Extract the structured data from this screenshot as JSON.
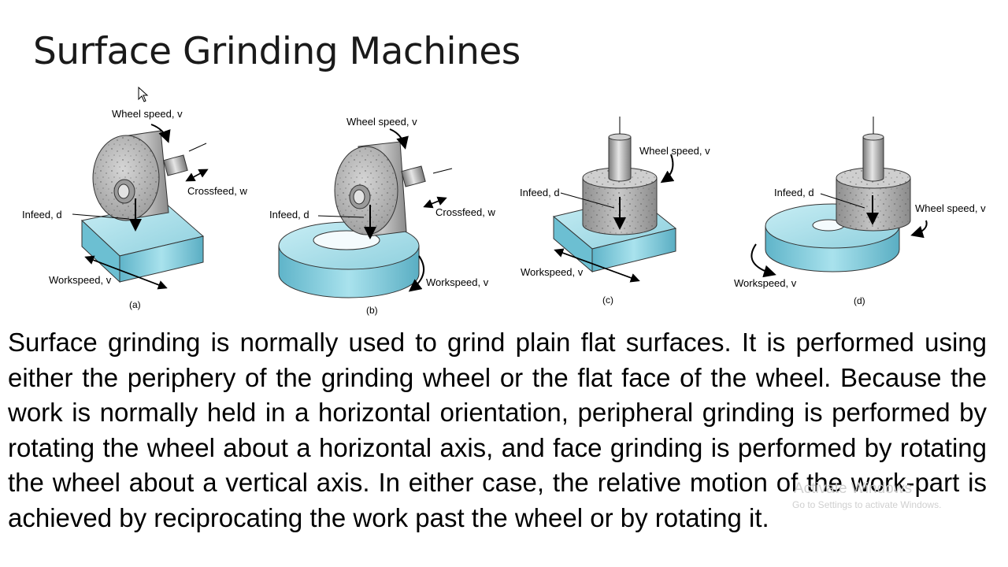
{
  "slide": {
    "title": "Surface Grinding Machines",
    "body": "Surface grinding is normally used to grind plain flat surfaces. It is performed using either the periphery of the grinding wheel or the flat face of the wheel. Because the work is normally held in a horizontal orientation, peripheral grinding is performed by rotating the wheel about a horizontal axis, and face grinding is performed by rotating the wheel about a vertical axis. In either case, the relative motion of the work-part is achieved by reciprocating the work past the wheel or by rotating it."
  },
  "figure": {
    "panel_a": {
      "wheel_speed": "Wheel speed, v",
      "crossfeed": "Crossfeed, w",
      "infeed": "Infeed, d",
      "workspeed": "Workspeed, v",
      "caption": "(a)"
    },
    "panel_b": {
      "wheel_speed": "Wheel speed, v",
      "crossfeed": "Crossfeed, w",
      "infeed": "Infeed, d",
      "workspeed": "Workspeed, v",
      "caption": "(b)"
    },
    "panel_c": {
      "wheel_speed": "Wheel speed, v",
      "infeed": "Infeed, d",
      "workspeed": "Workspeed, v",
      "caption": "(c)"
    },
    "panel_d": {
      "wheel_speed": "Wheel speed, v",
      "infeed": "Infeed, d",
      "workspeed": "Workspeed, v",
      "caption": "(d)"
    }
  },
  "watermark": {
    "line1": "Activate Windows",
    "line2": "Go to Settings to activate Windows."
  },
  "colors": {
    "workpiece": "#9ed6e2",
    "wheel": "#b8b8b8"
  }
}
